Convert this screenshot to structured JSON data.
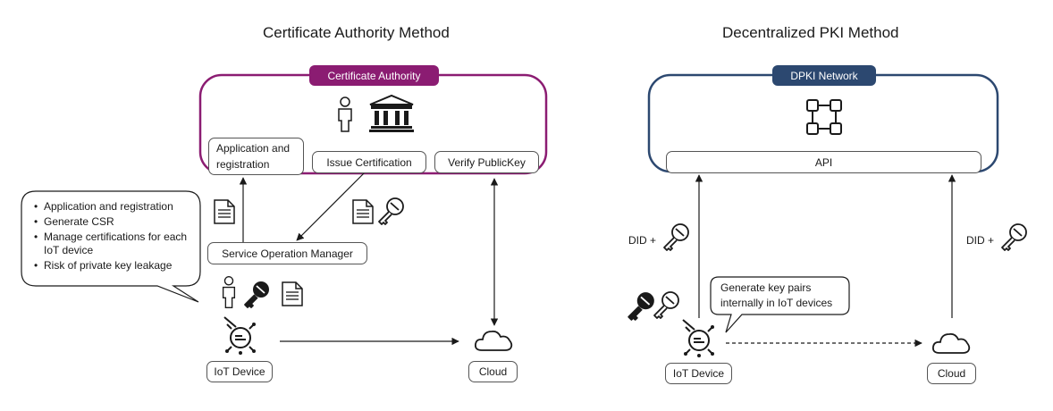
{
  "left": {
    "title": "Certificate Authority Method",
    "authority_label": "Certificate Authority",
    "step_application_line1": "Application and",
    "step_application_line2": "registration",
    "step_issue": "Issue Certification",
    "step_verify": "Verify PublicKey",
    "service_manager": "Service Operation Manager",
    "device_label": "IoT Device",
    "cloud_label": "Cloud",
    "bubble_items": [
      "Application and registration",
      "Generate CSR",
      "Manage certifications for each IoT device",
      "Risk of private key leakage"
    ]
  },
  "right": {
    "title": "Decentralized PKI Method",
    "network_label": "DPKI Network",
    "api_label": "API",
    "did_left": "DID +",
    "did_right": "DID +",
    "bubble_line1": "Generate key pairs",
    "bubble_line2": "internally in IoT devices",
    "device_label": "IoT Device",
    "cloud_label": "Cloud"
  },
  "colors": {
    "ca_accent": "#8B1C72",
    "dpki_accent": "#2C4870",
    "stroke": "#1a1a1a"
  },
  "icons": [
    "person-icon",
    "bank-building-icon",
    "document-icon",
    "key-icon",
    "iot-device-icon",
    "cloud-icon",
    "blockchain-network-icon"
  ]
}
